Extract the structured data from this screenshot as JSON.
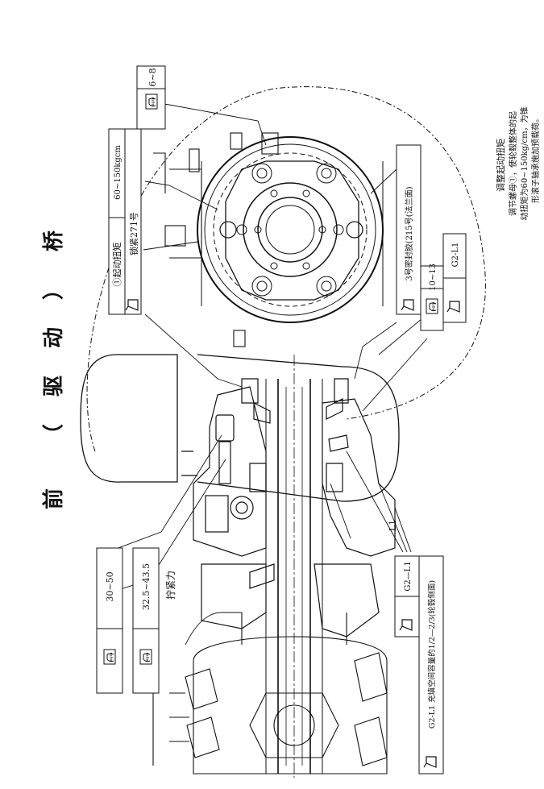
{
  "title": {
    "chars": [
      "前",
      "（",
      "驱",
      "动",
      "）",
      "桥"
    ]
  },
  "labels": {
    "starting_torque": "①起动扭矩",
    "starting_torque_value": "60~150kgcm",
    "lock_271": "锁紧271号",
    "sealant_3": "3号密封胶(215号(法兰面)",
    "torque_6_8": "6~8",
    "torque_10_13": "10~13",
    "grease_g2l1_a": "G2-L1",
    "grease_g2l1_b": "G2—L1",
    "grease_g2l1_c": "G2-L1",
    "torque_30_50": "30~50",
    "torque_32_43": "32.5~43.5",
    "tightening_force": "拧紧力",
    "grease_note": "G2-L1 充填空间容量的1/2—2/3(轮毂侧面)",
    "l1": "L1"
  },
  "note": {
    "title": "调整起动扭矩",
    "line1": "调节螺母①，使轮毂整体的起",
    "line2": "动扭矩为60~150kg/cm，为锥",
    "line3": "形滚子轴承施加预载荷。"
  },
  "icons": {
    "torque_wrench": "torque-wrench-icon",
    "grease_can": "grease-can-icon"
  },
  "colors": {
    "line": "#111111",
    "background": "#ffffff"
  }
}
